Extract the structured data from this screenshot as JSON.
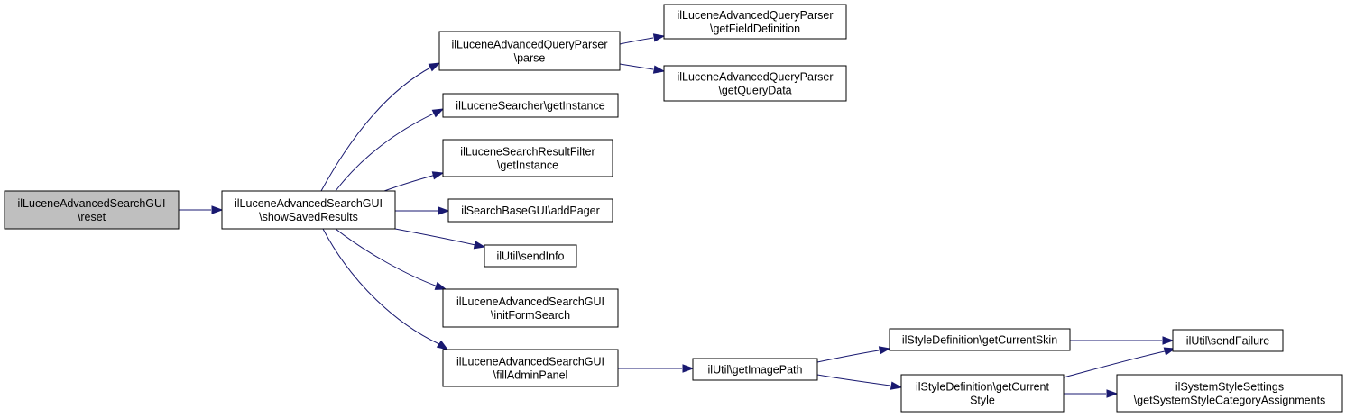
{
  "nodes": [
    {
      "id": "reset",
      "lines": [
        "ilLuceneAdvancedSearchGUI",
        "\\reset"
      ],
      "highlight": true
    },
    {
      "id": "showSavedResults",
      "lines": [
        "ilLuceneAdvancedSearchGUI",
        "\\showSavedResults"
      ]
    },
    {
      "id": "parse",
      "lines": [
        "ilLuceneAdvancedQueryParser",
        "\\parse"
      ]
    },
    {
      "id": "getFieldDefinition",
      "lines": [
        "ilLuceneAdvancedQueryParser",
        "\\getFieldDefinition"
      ]
    },
    {
      "id": "getQueryData",
      "lines": [
        "ilLuceneAdvancedQueryParser",
        "\\getQueryData"
      ]
    },
    {
      "id": "searcherGetInstance",
      "lines": [
        "ilLuceneSearcher\\getInstance"
      ]
    },
    {
      "id": "filterGetInstance",
      "lines": [
        "ilLuceneSearchResultFilter",
        "\\getInstance"
      ]
    },
    {
      "id": "addPager",
      "lines": [
        "ilSearchBaseGUI\\addPager"
      ]
    },
    {
      "id": "sendInfo",
      "lines": [
        "ilUtil\\sendInfo"
      ]
    },
    {
      "id": "initFormSearch",
      "lines": [
        "ilLuceneAdvancedSearchGUI",
        "\\initFormSearch"
      ]
    },
    {
      "id": "fillAdminPanel",
      "lines": [
        "ilLuceneAdvancedSearchGUI",
        "\\fillAdminPanel"
      ]
    },
    {
      "id": "getImagePath",
      "lines": [
        "ilUtil\\getImagePath"
      ]
    },
    {
      "id": "getCurrentSkin",
      "lines": [
        "ilStyleDefinition\\getCurrentSkin"
      ]
    },
    {
      "id": "getCurrentStyle",
      "lines": [
        "ilStyleDefinition\\getCurrent",
        "Style"
      ]
    },
    {
      "id": "sendFailure",
      "lines": [
        "ilUtil\\sendFailure"
      ]
    },
    {
      "id": "getSystemStyleCategoryAssignments",
      "lines": [
        "ilSystemStyleSettings",
        "\\getSystemStyleCategoryAssignments"
      ]
    }
  ],
  "edges": [
    {
      "from": "reset",
      "to": "showSavedResults"
    },
    {
      "from": "showSavedResults",
      "to": "parse"
    },
    {
      "from": "showSavedResults",
      "to": "searcherGetInstance"
    },
    {
      "from": "showSavedResults",
      "to": "filterGetInstance"
    },
    {
      "from": "showSavedResults",
      "to": "addPager"
    },
    {
      "from": "showSavedResults",
      "to": "sendInfo"
    },
    {
      "from": "showSavedResults",
      "to": "initFormSearch"
    },
    {
      "from": "showSavedResults",
      "to": "fillAdminPanel"
    },
    {
      "from": "parse",
      "to": "getFieldDefinition"
    },
    {
      "from": "parse",
      "to": "getQueryData"
    },
    {
      "from": "fillAdminPanel",
      "to": "getImagePath"
    },
    {
      "from": "getImagePath",
      "to": "getCurrentSkin"
    },
    {
      "from": "getImagePath",
      "to": "getCurrentStyle"
    },
    {
      "from": "getCurrentSkin",
      "to": "sendFailure"
    },
    {
      "from": "getCurrentStyle",
      "to": "sendFailure"
    },
    {
      "from": "getCurrentStyle",
      "to": "getSystemStyleCategoryAssignments"
    }
  ],
  "colors": {
    "edge": "#191970",
    "node_border": "#000000",
    "node_fill": "#ffffff",
    "highlight_fill": "#bfbfbf",
    "text": "#000000"
  }
}
